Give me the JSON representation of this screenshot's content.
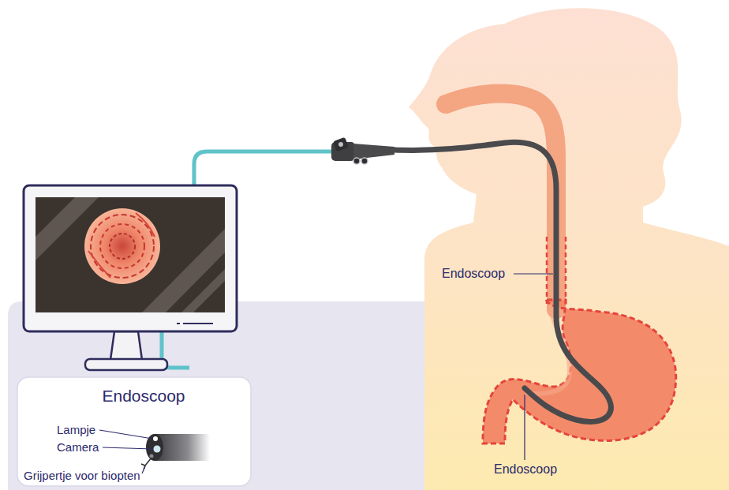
{
  "diagram": {
    "nodes": [
      {
        "text": [
          "Endoscoop"
        ]
      }
    ],
    "labels": [
      "Endoscoop",
      "Lampje",
      "Camera",
      "Endoscoop",
      "Grijpertje voor biopten"
    ]
  }
}
